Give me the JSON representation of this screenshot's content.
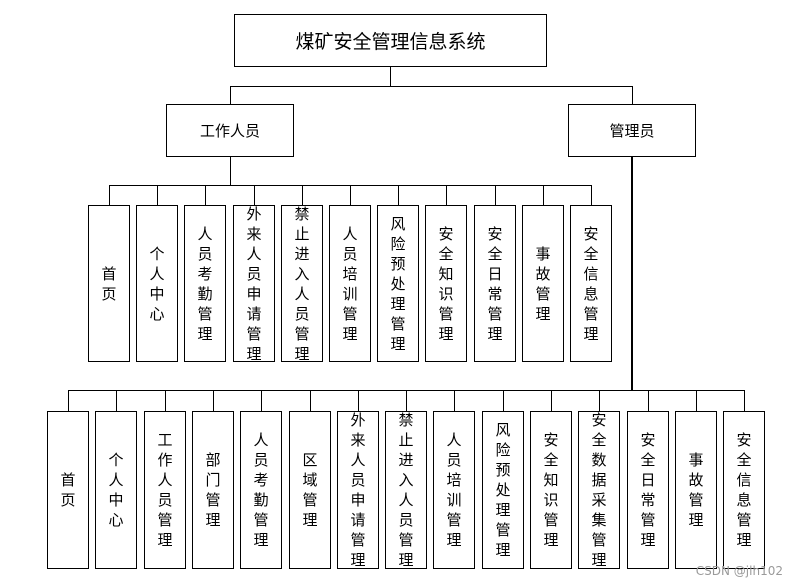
{
  "root": "煤矿安全管理信息系统",
  "roles": [
    {
      "label": "工作人员",
      "modules": [
        "首页",
        "个人中心",
        "人员考勤管理",
        "外来人员申请管理",
        "禁止进入人员管理",
        "人员培训管理",
        "风险预处理管理",
        "安全知识管理",
        "安全日常管理",
        "事故管理",
        "安全信息管理"
      ]
    },
    {
      "label": "管理员",
      "modules": [
        "首页",
        "个人中心",
        "工作人员管理",
        "部门管理",
        "人员考勤管理",
        "区域管理",
        "外来人员申请管理",
        "禁止进入人员管理",
        "人员培训管理",
        "风险预处理管理",
        "安全知识管理",
        "安全数据采集管理",
        "安全日常管理",
        "事故管理",
        "安全信息管理"
      ]
    }
  ],
  "watermark": "CSDN @jlh102"
}
